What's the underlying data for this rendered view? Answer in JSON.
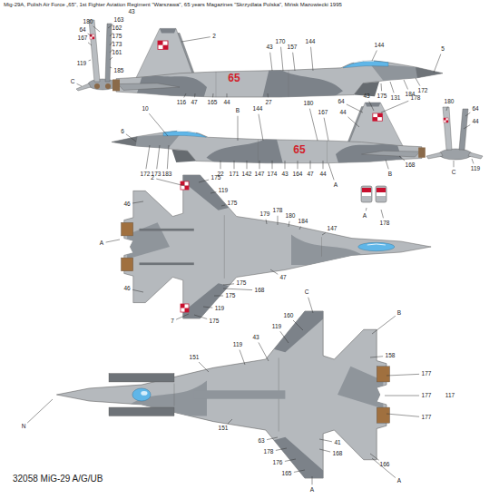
{
  "diagram": {
    "title": "Mig-29A, Polish Air Force „65\", 1st Fighter Aviation Regiment \"Warszawa\", 65 years Magazines \"Skrzydlata Polska\", Mińsk Mazowiecki 1995",
    "caption": "32058 MiG-29 A/G/UB",
    "labels": [
      "180",
      "163",
      "43",
      "64",
      "162",
      "167",
      "175",
      "173",
      "161",
      "119",
      "185",
      "C",
      "2",
      "43",
      "170",
      "157",
      "144",
      "144",
      "5",
      "116",
      "47",
      "165",
      "44",
      "27",
      "65",
      "175",
      "131",
      "184",
      "172",
      "10",
      "B",
      "144",
      "180",
      "167",
      "43",
      "44",
      "64",
      "178",
      "6",
      "172",
      "173",
      "183",
      "65",
      "22",
      "171",
      "142",
      "147",
      "174",
      "43",
      "164",
      "47",
      "44",
      "A",
      "B",
      "168",
      "180",
      "64",
      "44",
      "119",
      "C",
      "A",
      "178",
      "2",
      "175",
      "119",
      "46",
      "175",
      "A",
      "179",
      "178",
      "180",
      "184",
      "147",
      "47",
      "175",
      "175",
      "119",
      "46",
      "7",
      "175",
      "168",
      "C",
      "B",
      "119",
      "160",
      "43",
      "119",
      "158",
      "177",
      "177",
      "117",
      "177",
      "N",
      "151",
      "151",
      "63",
      "178",
      "176",
      "165",
      "168",
      "41",
      "166",
      "A",
      "A"
    ]
  }
}
